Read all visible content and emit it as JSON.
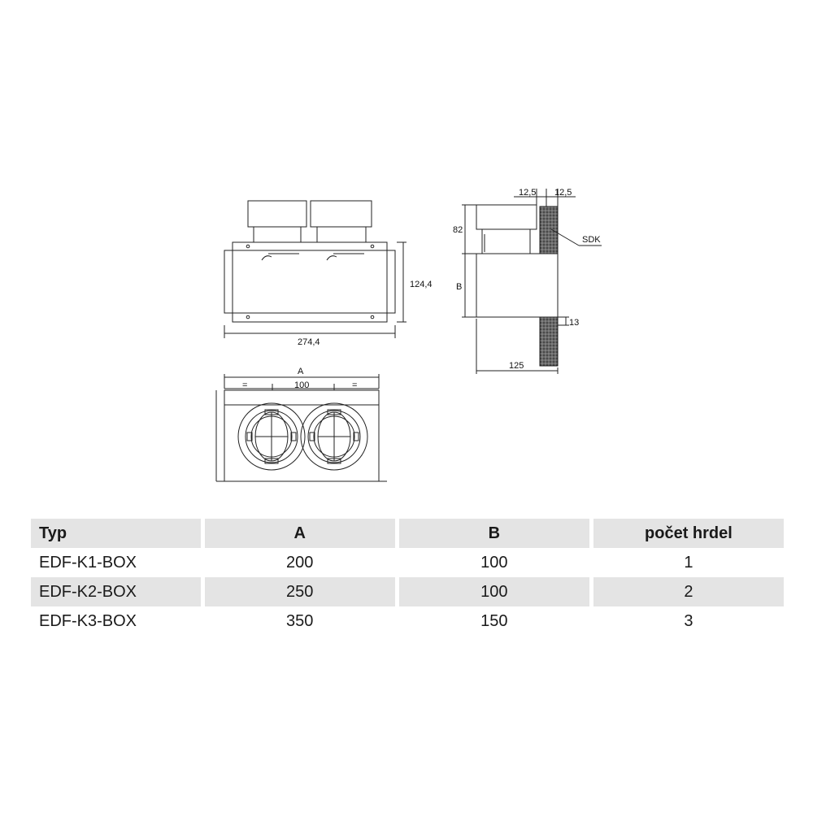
{
  "drawing": {
    "front_view": {
      "width_label": "274,4",
      "height_label": "124,4"
    },
    "side_view": {
      "dim_82": "82",
      "dim_b": "B",
      "dim_125": "125",
      "dim_13": "13",
      "dim_12_5_left": "12,5",
      "dim_12_5_right": "12,5",
      "sdk_label": "SDK"
    },
    "top_view": {
      "dim_a": "A",
      "dim_100": "100",
      "eq_left": "=",
      "eq_right": "="
    }
  },
  "table": {
    "headers": [
      "Typ",
      "A",
      "B",
      "počet hrdel"
    ],
    "rows": [
      [
        "EDF-K1-BOX",
        "200",
        "100",
        "1"
      ],
      [
        "EDF-K2-BOX",
        "250",
        "100",
        "2"
      ],
      [
        "EDF-K3-BOX",
        "350",
        "150",
        "3"
      ]
    ]
  }
}
